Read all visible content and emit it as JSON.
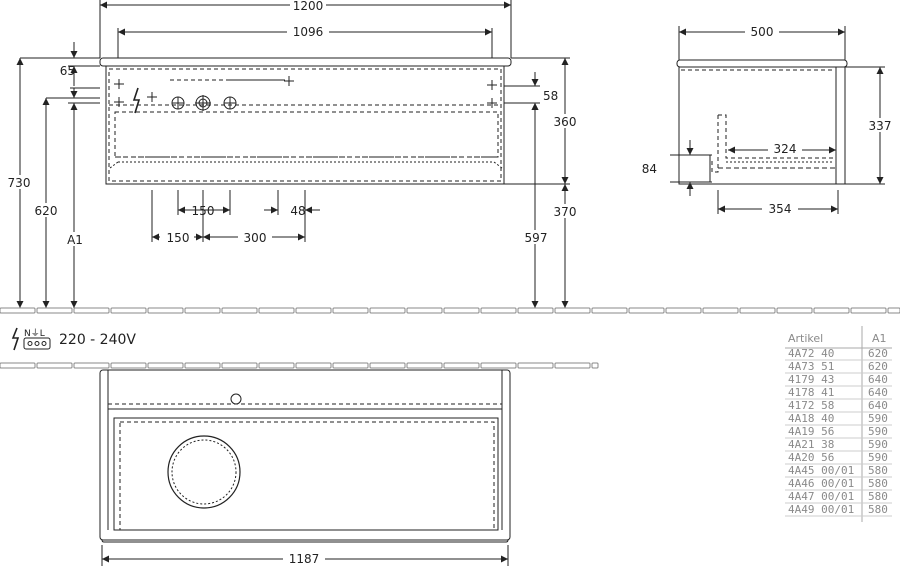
{
  "front_view": {
    "width_total": "1200",
    "width_inner": "1096",
    "top_offset": "65",
    "drawer_offset": "58",
    "height_total": "730",
    "height_620": "620",
    "height_a1": "A1",
    "cabinet_height": "360",
    "bottom_height": "370",
    "bottom_597": "597",
    "spacing_150_a": "150",
    "spacing_48": "48",
    "spacing_150_b": "150",
    "spacing_300": "300"
  },
  "side_view": {
    "depth": "500",
    "height": "337",
    "inner_depth": "324",
    "drawer_height": "84",
    "bottom_depth": "354"
  },
  "electrical": {
    "terminal_label": "N⏚L",
    "voltage": "220 - 240V"
  },
  "top_view": {
    "width": "1187"
  },
  "table": {
    "headers": [
      "Artikel",
      "A1"
    ],
    "rows": [
      [
        "4A72 40",
        "620"
      ],
      [
        "4A73 51",
        "620"
      ],
      [
        "4179 43",
        "640"
      ],
      [
        "4178 41",
        "640"
      ],
      [
        "4172 58",
        "640"
      ],
      [
        "4A18 40",
        "590"
      ],
      [
        "4A19 56",
        "590"
      ],
      [
        "4A21 38",
        "590"
      ],
      [
        "4A20 56",
        "590"
      ],
      [
        "4A45 00/01",
        "580"
      ],
      [
        "4A46 00/01",
        "580"
      ],
      [
        "4A47 00/01",
        "580"
      ],
      [
        "4A49 00/01",
        "580"
      ]
    ]
  }
}
